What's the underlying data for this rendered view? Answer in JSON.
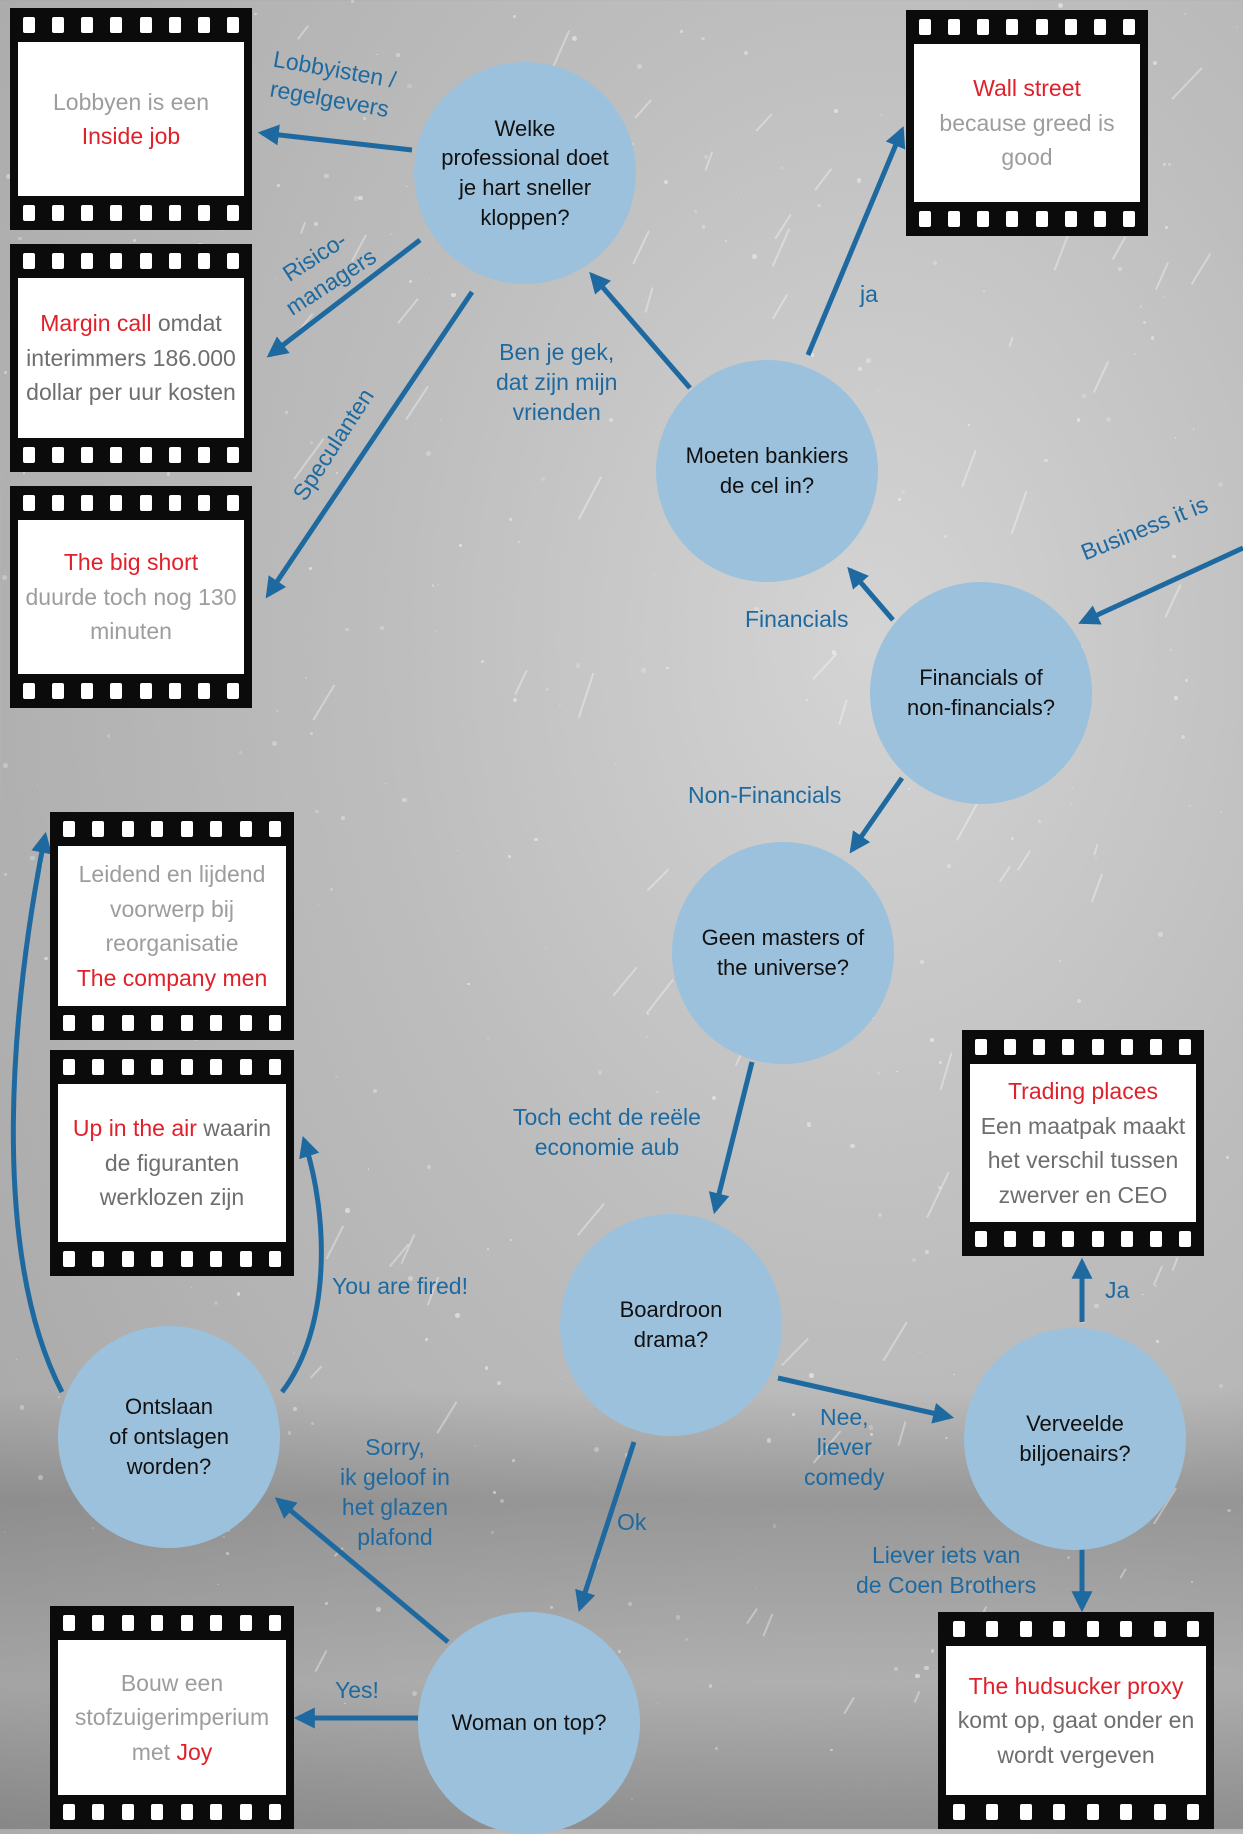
{
  "colors": {
    "node_fill": "#9cc1dc",
    "arrow": "#1e6aa0",
    "highlight": "#e0202a",
    "muted_text": "#9d9d9d"
  },
  "nodes": {
    "welke": "Welke\nprofessional doet\nje hart sneller\nkloppen?",
    "moeten": "Moeten bankiers\nde cel in?",
    "financials": "Financials of\nnon-financials?",
    "geen": "Geen masters of\nthe universe?",
    "boardroom": "Boardroon\ndrama?",
    "ontslaan": "Ontslaan\nof ontslagen\nworden?",
    "woman": "Woman on top?",
    "verveelde": "Verveelde\nbiljoenairs?"
  },
  "edge_labels": {
    "lobbyisten": "Lobbyisten /\nregelgevers",
    "risico": "Risico-\nmanagers",
    "speculanten": "Speculanten",
    "ben_je_gek": "Ben je gek,\ndat zijn  mijn\nvrienden",
    "ja": "ja",
    "business": "Business it is",
    "financials": "Financials",
    "non_financials": "Non-Financials",
    "toch_echt": "Toch echt de reële\neconomie aub",
    "you_are_fired": "You are fired!",
    "sorry": "Sorry,\nik geloof in\nhet glazen\nplafond",
    "ok": "Ok",
    "nee": "Nee,\nliever\ncomedy",
    "ja_cap": "Ja",
    "liever": "Liever iets van\nde Coen Brothers",
    "yes": "Yes!"
  },
  "films": {
    "inside_job": {
      "pre": "Lobbyen is een",
      "title": "Inside job",
      "post": ""
    },
    "margin_call": {
      "pre": "",
      "title": "Margin call",
      "post": " omdat interimmers 186.000 dollar per uur kosten"
    },
    "big_short": {
      "pre": "",
      "title": "The big short",
      "post": "duurde toch nog 130 minuten"
    },
    "wall_street": {
      "pre": "",
      "title": "Wall street",
      "post": "because greed is good"
    },
    "company_men": {
      "pre": "Leidend en lijdend voorwerp bij reorganisatie",
      "title": "The company men",
      "post": ""
    },
    "up_in_the_air": {
      "pre": "",
      "title": "Up in the air",
      "post": " waarin de figuranten werklozen zijn"
    },
    "trading_places": {
      "pre": "",
      "title": "Trading places",
      "post": "Een maatpak maakt het verschil tussen zwerver en CEO"
    },
    "joy": {
      "pre": "Bouw een stofzuigerimperium met ",
      "title": "Joy",
      "post": ""
    },
    "hudsucker": {
      "pre": "",
      "title": "The hudsucker proxy",
      "post": "komt op, gaat onder en wordt vergeven"
    }
  }
}
